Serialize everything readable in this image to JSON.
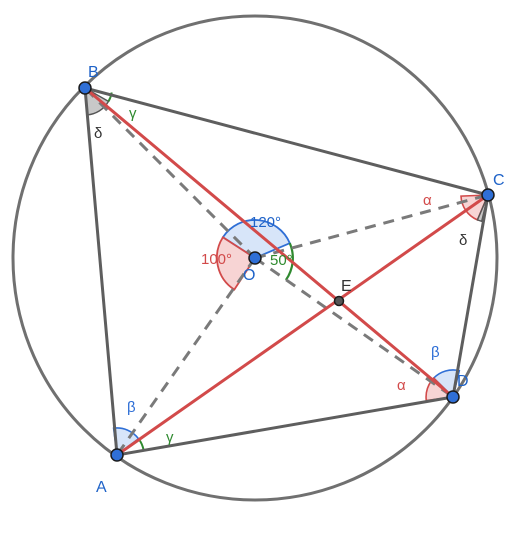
{
  "points": {
    "A": "A",
    "B": "B",
    "C": "C",
    "D": "D",
    "O": "O",
    "E": "E"
  },
  "angles": {
    "alpha": "α",
    "beta": "β",
    "gamma": "γ",
    "delta": "δ",
    "central_120": "120°",
    "central_100": "100°",
    "central_50": "50°"
  },
  "colors": {
    "circle": "#707070",
    "quad": "#5e5e5e",
    "diagonal": "#d24a4a",
    "dashed": "#7a7a7a",
    "point_blue": "#2f6fd6",
    "label_blue": "#1f63c8",
    "alpha": "#d24a4a",
    "beta": "#2f6fd6",
    "gamma": "#2f8a2f",
    "delta": "#333333",
    "point_gray": "#555555"
  }
}
